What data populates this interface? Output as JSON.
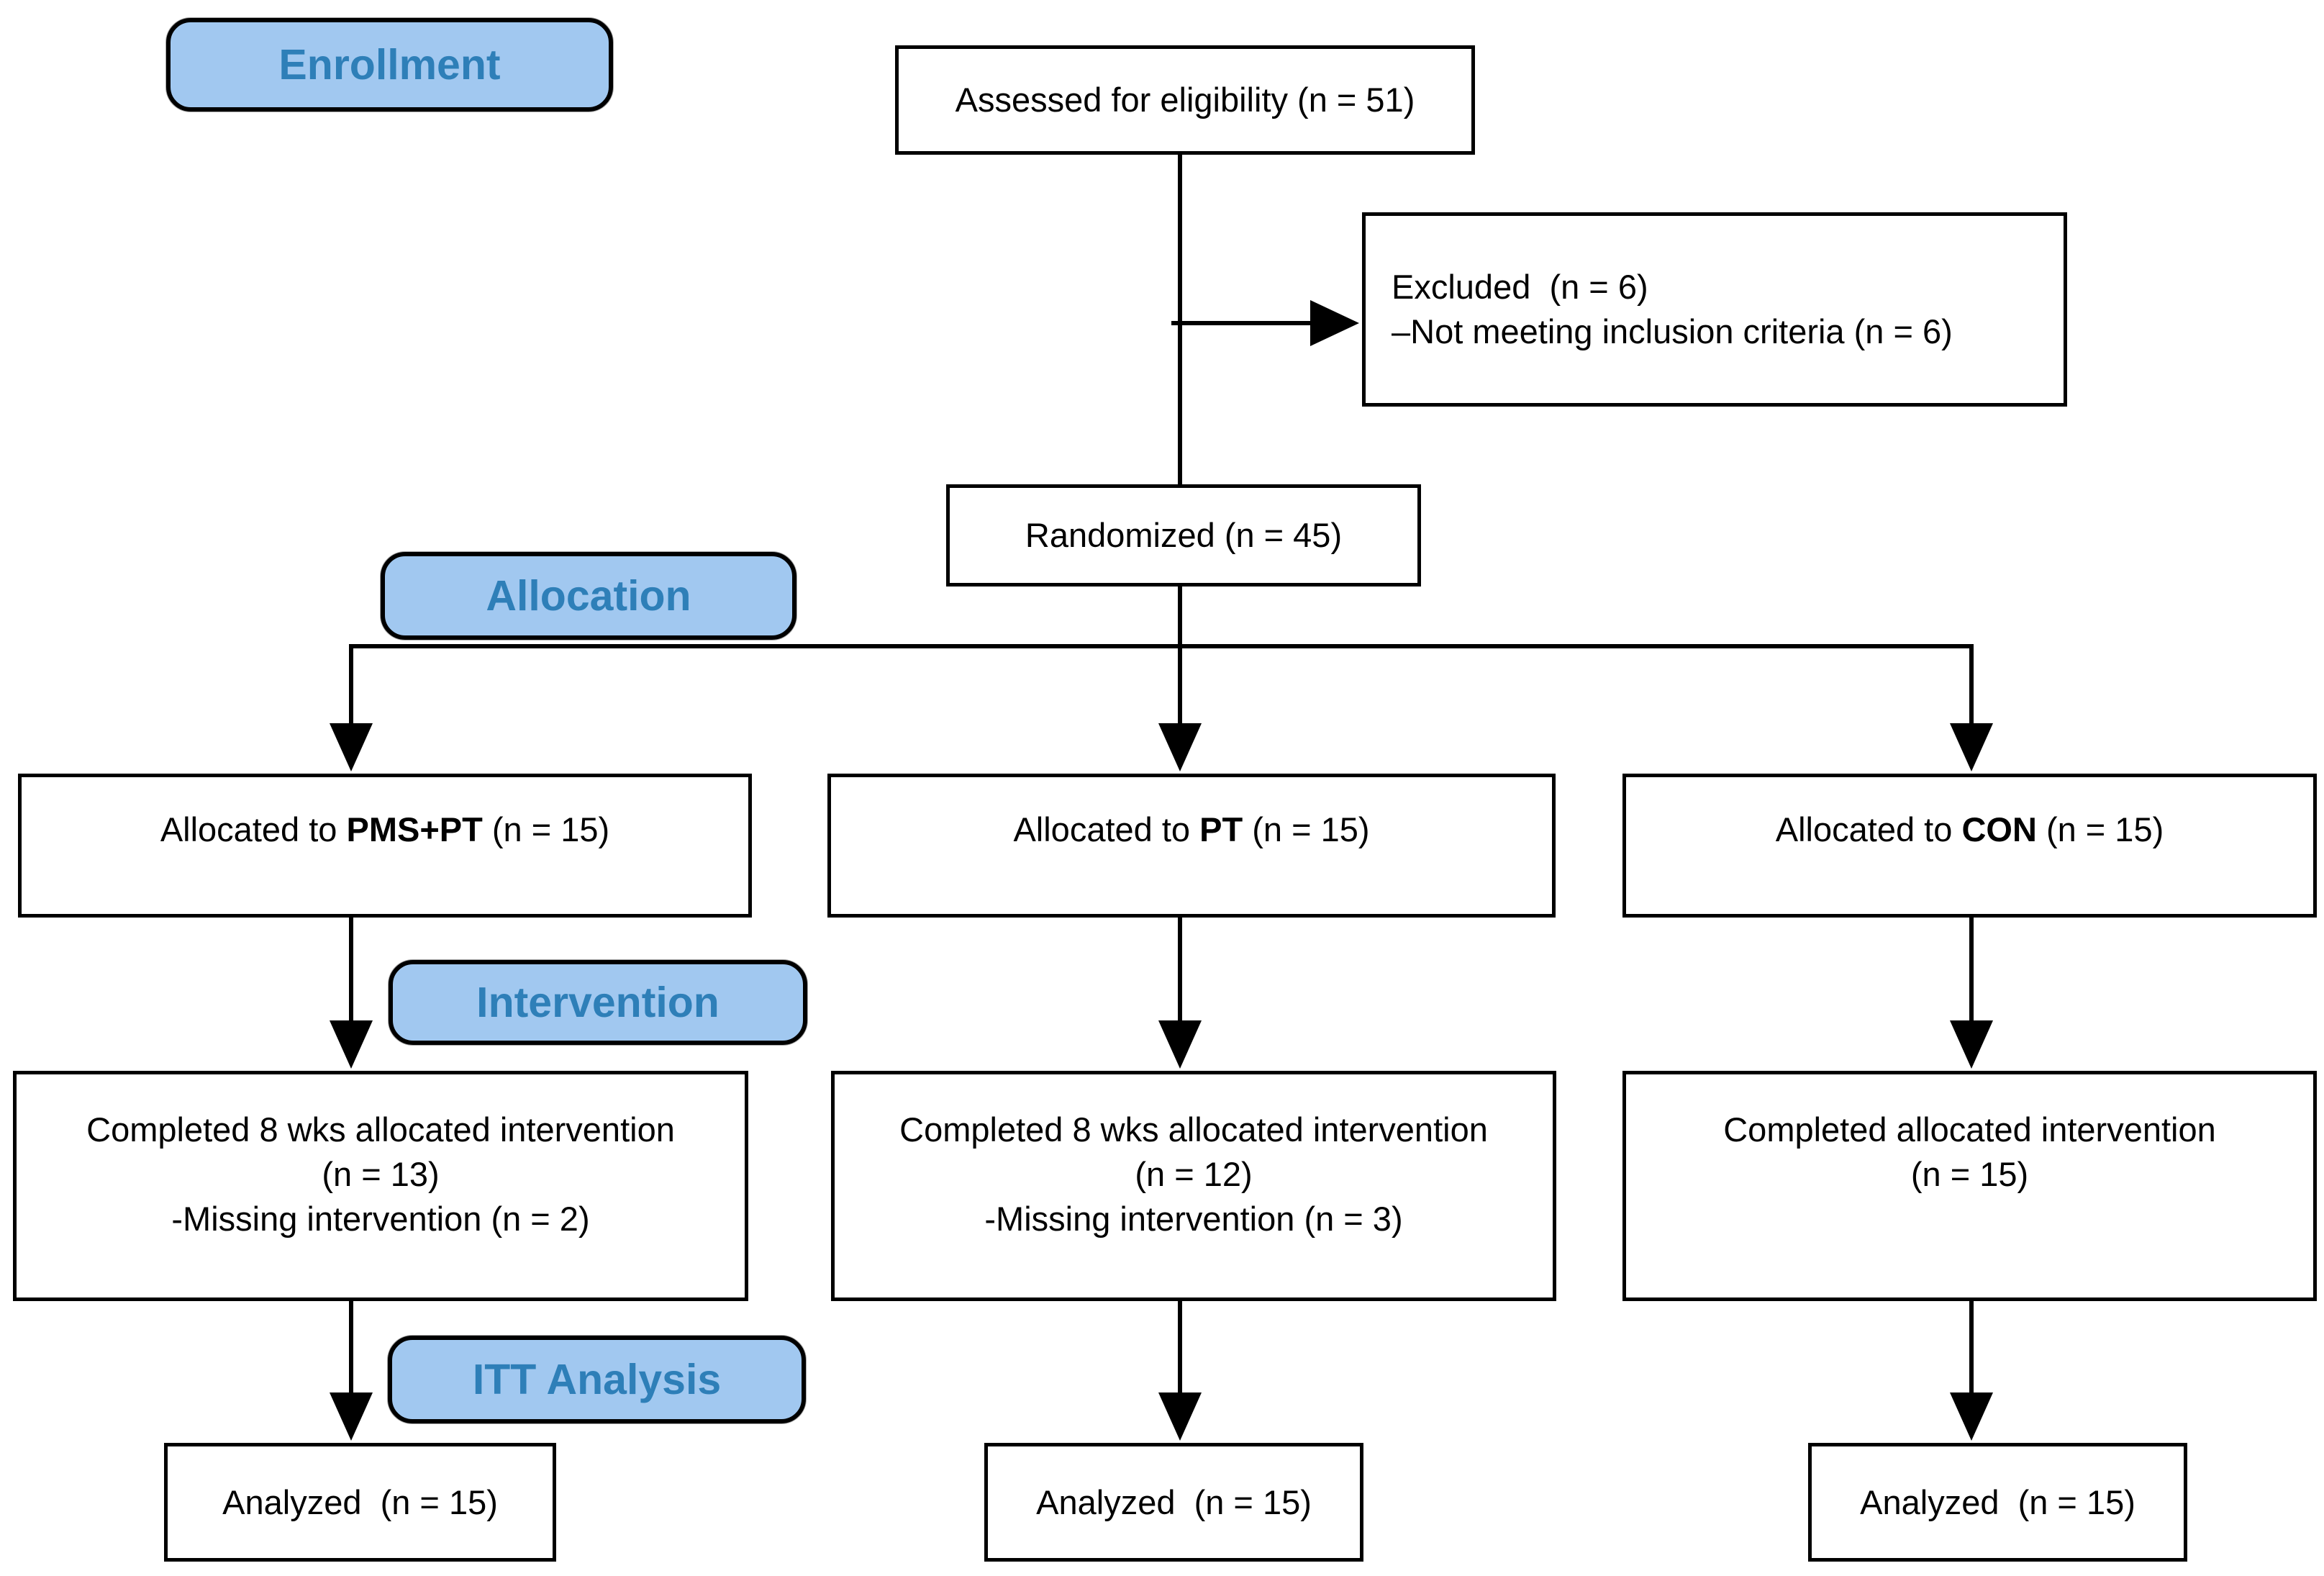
{
  "colors": {
    "background": "#FFFFFF",
    "text": "#000000",
    "box_fill": "#FFFFFF",
    "box_border": "#000000",
    "label_fill": "#A1C8F0",
    "label_border": "#000000",
    "label_text": "#2E7FB8",
    "connector": "#000000"
  },
  "stages": {
    "enrollment": "Enrollment",
    "allocation": "Allocation",
    "intervention": "Intervention",
    "itt_analysis": "ITT Analysis"
  },
  "nodes": {
    "assessed": {
      "text": "Assessed for eligibility (n = 51)"
    },
    "excluded": {
      "line1": "Excluded  (n = 6)",
      "line2": "–Not meeting inclusion criteria (n = 6)"
    },
    "randomized": {
      "text": "Randomized (n = 45)"
    },
    "allocated_pms_pt": {
      "prefix": "Allocated to ",
      "group": "PMS+PT",
      "suffix": " (n = 15)"
    },
    "allocated_pt": {
      "prefix": "Allocated to ",
      "group": "PT",
      "suffix": " (n = 15)"
    },
    "allocated_con": {
      "prefix": "Allocated to ",
      "group": "CON",
      "suffix": " (n = 15)"
    },
    "intervention_pms_pt": {
      "line1": "Completed 8 wks allocated intervention",
      "line2": "(n = 13)",
      "line3": "-Missing intervention (n = 2)"
    },
    "intervention_pt": {
      "line1": "Completed 8 wks allocated intervention",
      "line2": "(n = 12)",
      "line3": "-Missing intervention (n = 3)"
    },
    "intervention_con": {
      "line1": "Completed allocated intervention",
      "line2": "(n = 15)"
    },
    "analyzed_pms_pt": {
      "text": "Analyzed  (n = 15)"
    },
    "analyzed_pt": {
      "text": "Analyzed  (n = 15)"
    },
    "analyzed_con": {
      "text": "Analyzed  (n = 15)"
    }
  }
}
